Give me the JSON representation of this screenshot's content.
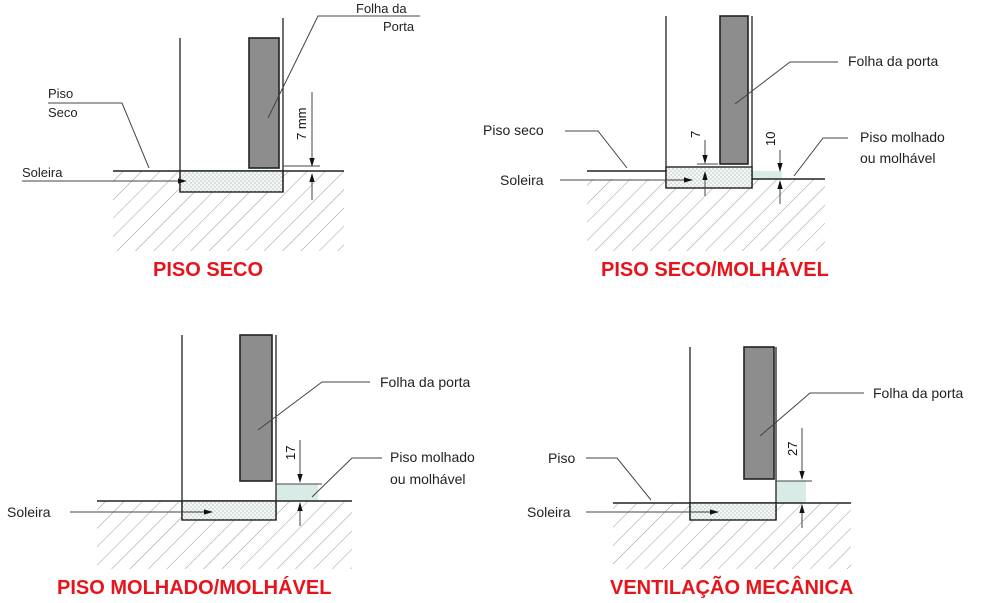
{
  "panels": {
    "piso_seco": {
      "title": "PISO SECO",
      "door_label_line1": "Folha da",
      "door_label_line2": "Porta",
      "floor_label_line1": "Piso",
      "floor_label_line2": "Seco",
      "sill_label": "Soleira",
      "dimension": "7 mm"
    },
    "piso_seco_molhavel": {
      "title": "PISO SECO/MOLHÁVEL",
      "door_label": "Folha da porta",
      "dry_label": "Piso seco",
      "sill_label": "Soleira",
      "wet_label_line1": "Piso molhado",
      "wet_label_line2": "ou molhável",
      "dimension_left": "7",
      "dimension_right": "10"
    },
    "piso_molhado": {
      "title": "PISO MOLHADO/MOLHÁVEL",
      "door_label": "Folha da porta",
      "wet_label_line1": "Piso molhado",
      "wet_label_line2": "ou molhável",
      "sill_label": "Soleira",
      "dimension": "17"
    },
    "ventilacao": {
      "title": "VENTILAÇÃO MECÂNICA",
      "door_label": "Folha da porta",
      "floor_label": "Piso",
      "sill_label": "Soleira",
      "dimension": "27"
    }
  }
}
